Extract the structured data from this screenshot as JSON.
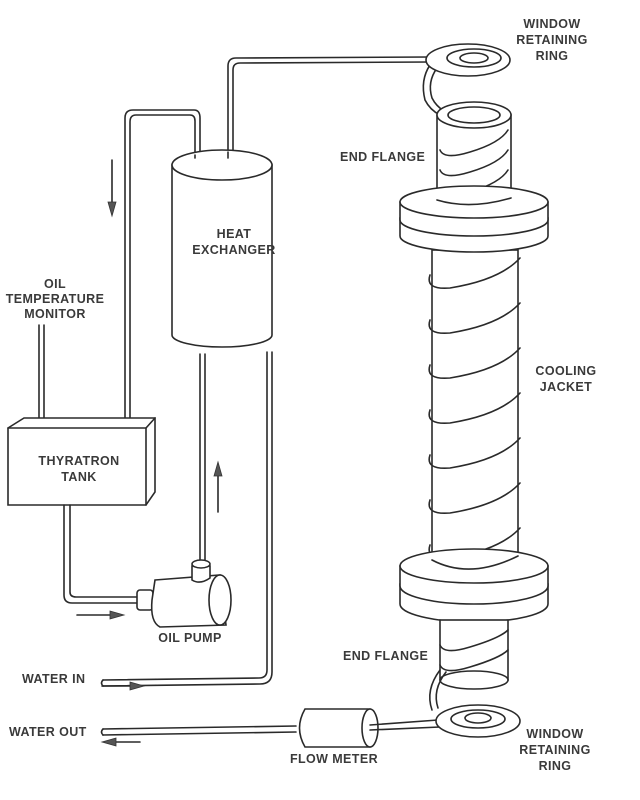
{
  "diagram": {
    "type": "schematic",
    "subject": "Thyratron oil cooling and laser tube water cooling system",
    "labels": {
      "window_ring_top": [
        "WINDOW",
        "RETAINING",
        "RING"
      ],
      "end_flange_top": "END FLANGE",
      "heat_exchanger": [
        "HEAT",
        "EXCHANGER"
      ],
      "oil_temp_monitor": [
        "OIL",
        "TEMPERATURE",
        "MONITOR"
      ],
      "cooling_jacket": [
        "COOLING",
        "JACKET"
      ],
      "thyratron_tank": [
        "THYRATRON",
        "TANK"
      ],
      "oil_pump": "OIL PUMP",
      "end_flange_bottom": "END FLANGE",
      "water_in": "WATER IN",
      "water_out": "WATER OUT",
      "flow_meter": "FLOW METER",
      "window_ring_bottom": [
        "WINDOW",
        "RETAINING",
        "RING"
      ]
    },
    "flow_arrows": [
      {
        "location": "left-of-tank-riser",
        "direction": "down"
      },
      {
        "location": "pump-to-heat-exchanger",
        "direction": "up"
      },
      {
        "location": "tank-to-pump",
        "direction": "right"
      },
      {
        "location": "water-in",
        "direction": "right"
      },
      {
        "location": "water-out",
        "direction": "left"
      }
    ],
    "colors": {
      "ink": "#2a2a2a",
      "paper": "#ffffff"
    }
  }
}
